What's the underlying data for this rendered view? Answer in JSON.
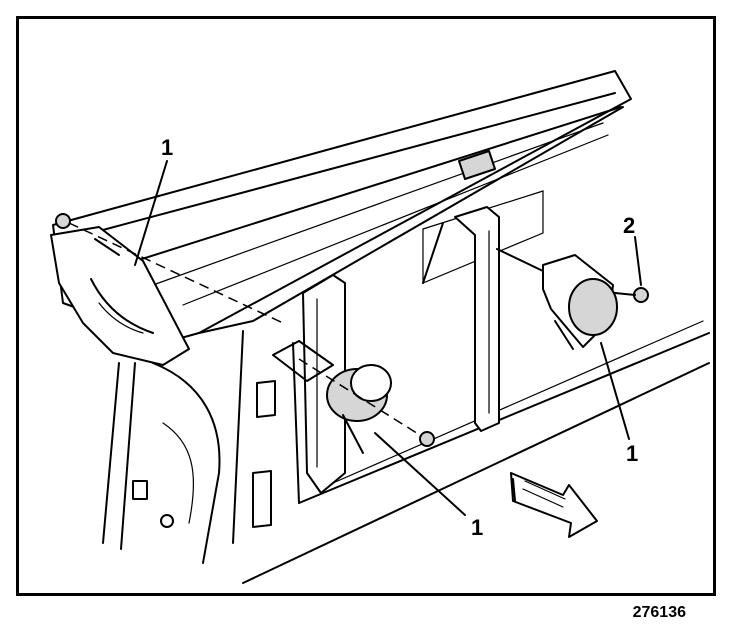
{
  "figure": {
    "figure_id": "276136",
    "callouts": [
      {
        "key": "top_left_1",
        "text": "1"
      },
      {
        "key": "top_right_2",
        "text": "2"
      },
      {
        "key": "right_1",
        "text": "1"
      },
      {
        "key": "bottom_1",
        "text": "1"
      }
    ]
  }
}
